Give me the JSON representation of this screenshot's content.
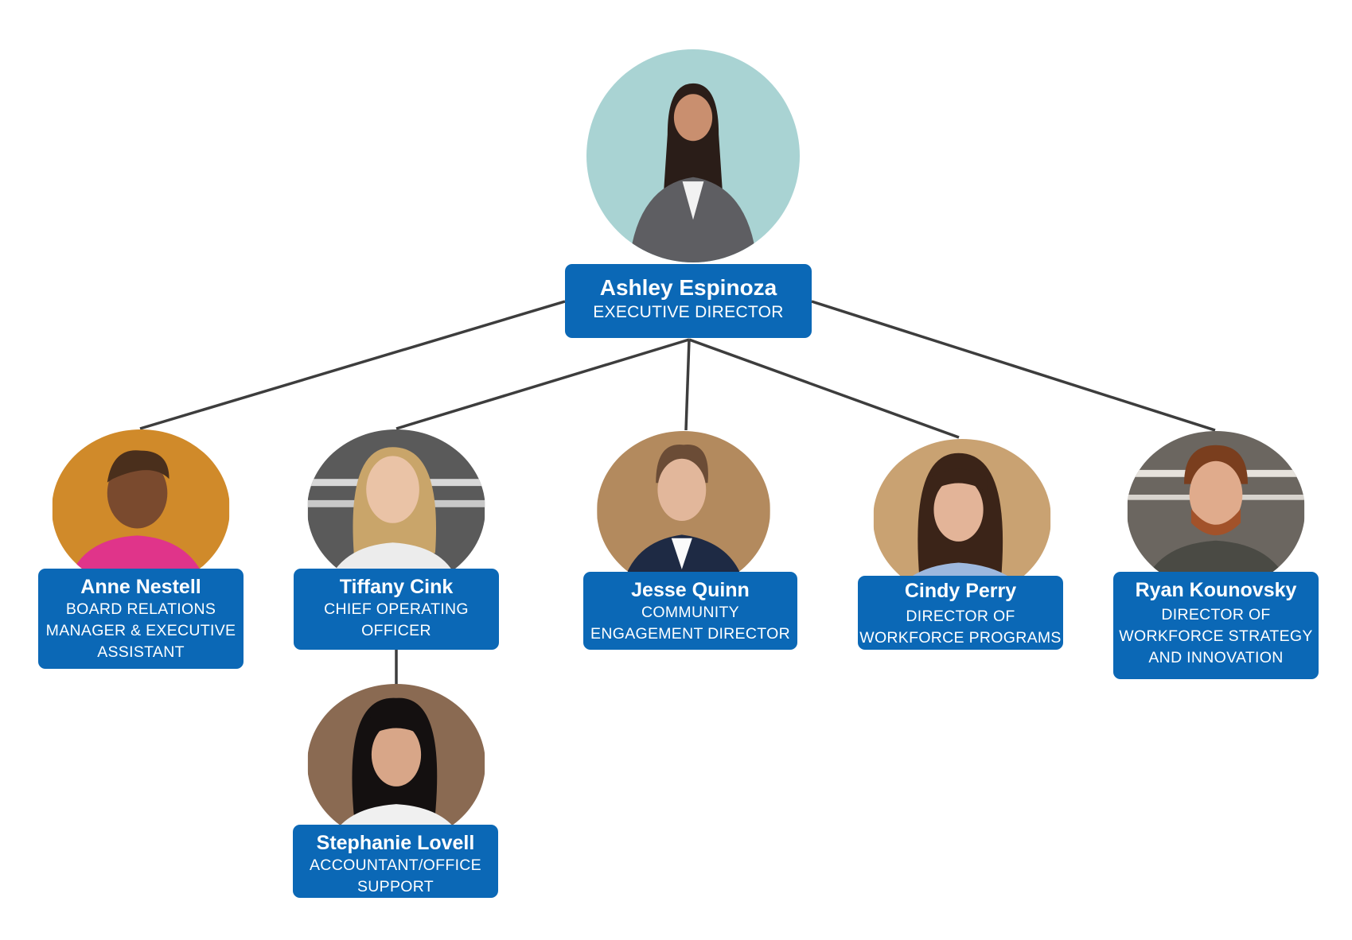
{
  "root": {
    "name": "Ashley Espinoza",
    "title": "EXECUTIVE DIRECTOR",
    "photo_bg": "#a9d3d3"
  },
  "reports": [
    {
      "name": "Anne Nestell",
      "title": "BOARD RELATIONS\nMANAGER & EXECUTIVE\nASSISTANT",
      "photo_bg": "#d08a2a"
    },
    {
      "name": "Tiffany Cink",
      "title": "CHIEF OPERATING\nOFFICER",
      "photo_bg": "#5a5a5a"
    },
    {
      "name": "Jesse Quinn",
      "title": "COMMUNITY\nENGAGEMENT DIRECTOR",
      "photo_bg": "#b38a5e"
    },
    {
      "name": "Cindy Perry",
      "title": "DIRECTOR OF\nWORKFORCE PROGRAMS",
      "photo_bg": "#c9a272"
    },
    {
      "name": "Ryan Kounovsky",
      "title": "DIRECTOR OF\nWORKFORCE STRATEGY\nAND INNOVATION",
      "photo_bg": "#6b6660"
    }
  ],
  "sub_reports": [
    {
      "name": "Stephanie Lovell",
      "title": "ACCOUNTANT/OFFICE\nSUPPORT",
      "photo_bg": "#8a6a52"
    }
  ],
  "colors": {
    "card": "#0b68b6",
    "connector": "#3d3d3d"
  }
}
